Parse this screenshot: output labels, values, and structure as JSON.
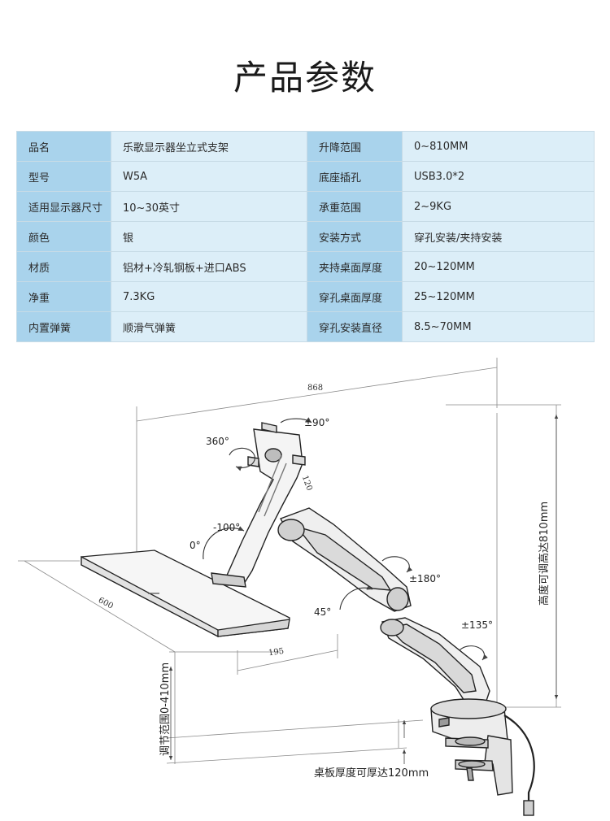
{
  "title": "产品参数",
  "specs": [
    {
      "k1": "品名",
      "v1": "乐歌显示器坐立式支架",
      "k2": "升降范围",
      "v2": "0~810MM"
    },
    {
      "k1": "型号",
      "v1": "W5A",
      "k2": "底座插孔",
      "v2": "USB3.0*2"
    },
    {
      "k1": "适用显示器尺寸",
      "v1": "10~30英寸",
      "k2": "承重范围",
      "v2": "2~9KG"
    },
    {
      "k1": "颜色",
      "v1": "银",
      "k2": "安装方式",
      "v2": "穿孔安装/夹持安装"
    },
    {
      "k1": "材质",
      "v1": "铝材+冷轧钢板+进口ABS",
      "k2": "夹持桌面厚度",
      "v2": "20~120MM"
    },
    {
      "k1": "净重",
      "v1": "7.3KG",
      "k2": "穿孔桌面厚度",
      "v2": "25~120MM"
    },
    {
      "k1": "内置弹簧",
      "v1": "顺滑气弹簧",
      "k2": "穿孔安装直径",
      "v2": "8.5~70MM"
    }
  ],
  "drawing": {
    "dim_width": "868",
    "dim_vesa": "120",
    "dim_tray_depth": "600",
    "dim_tray_width": "195",
    "angle_tilt": "±90°",
    "angle_rotate": "360°",
    "angle_minus100": "-100°",
    "angle_zero": "0°",
    "angle_180": "±180°",
    "angle_45": "45°",
    "angle_135": "±135°",
    "height_label": "高度可调高达810mm",
    "adjust_label": "调节范围0-410mm",
    "desk_label": "桌板厚度可厚达120mm"
  }
}
